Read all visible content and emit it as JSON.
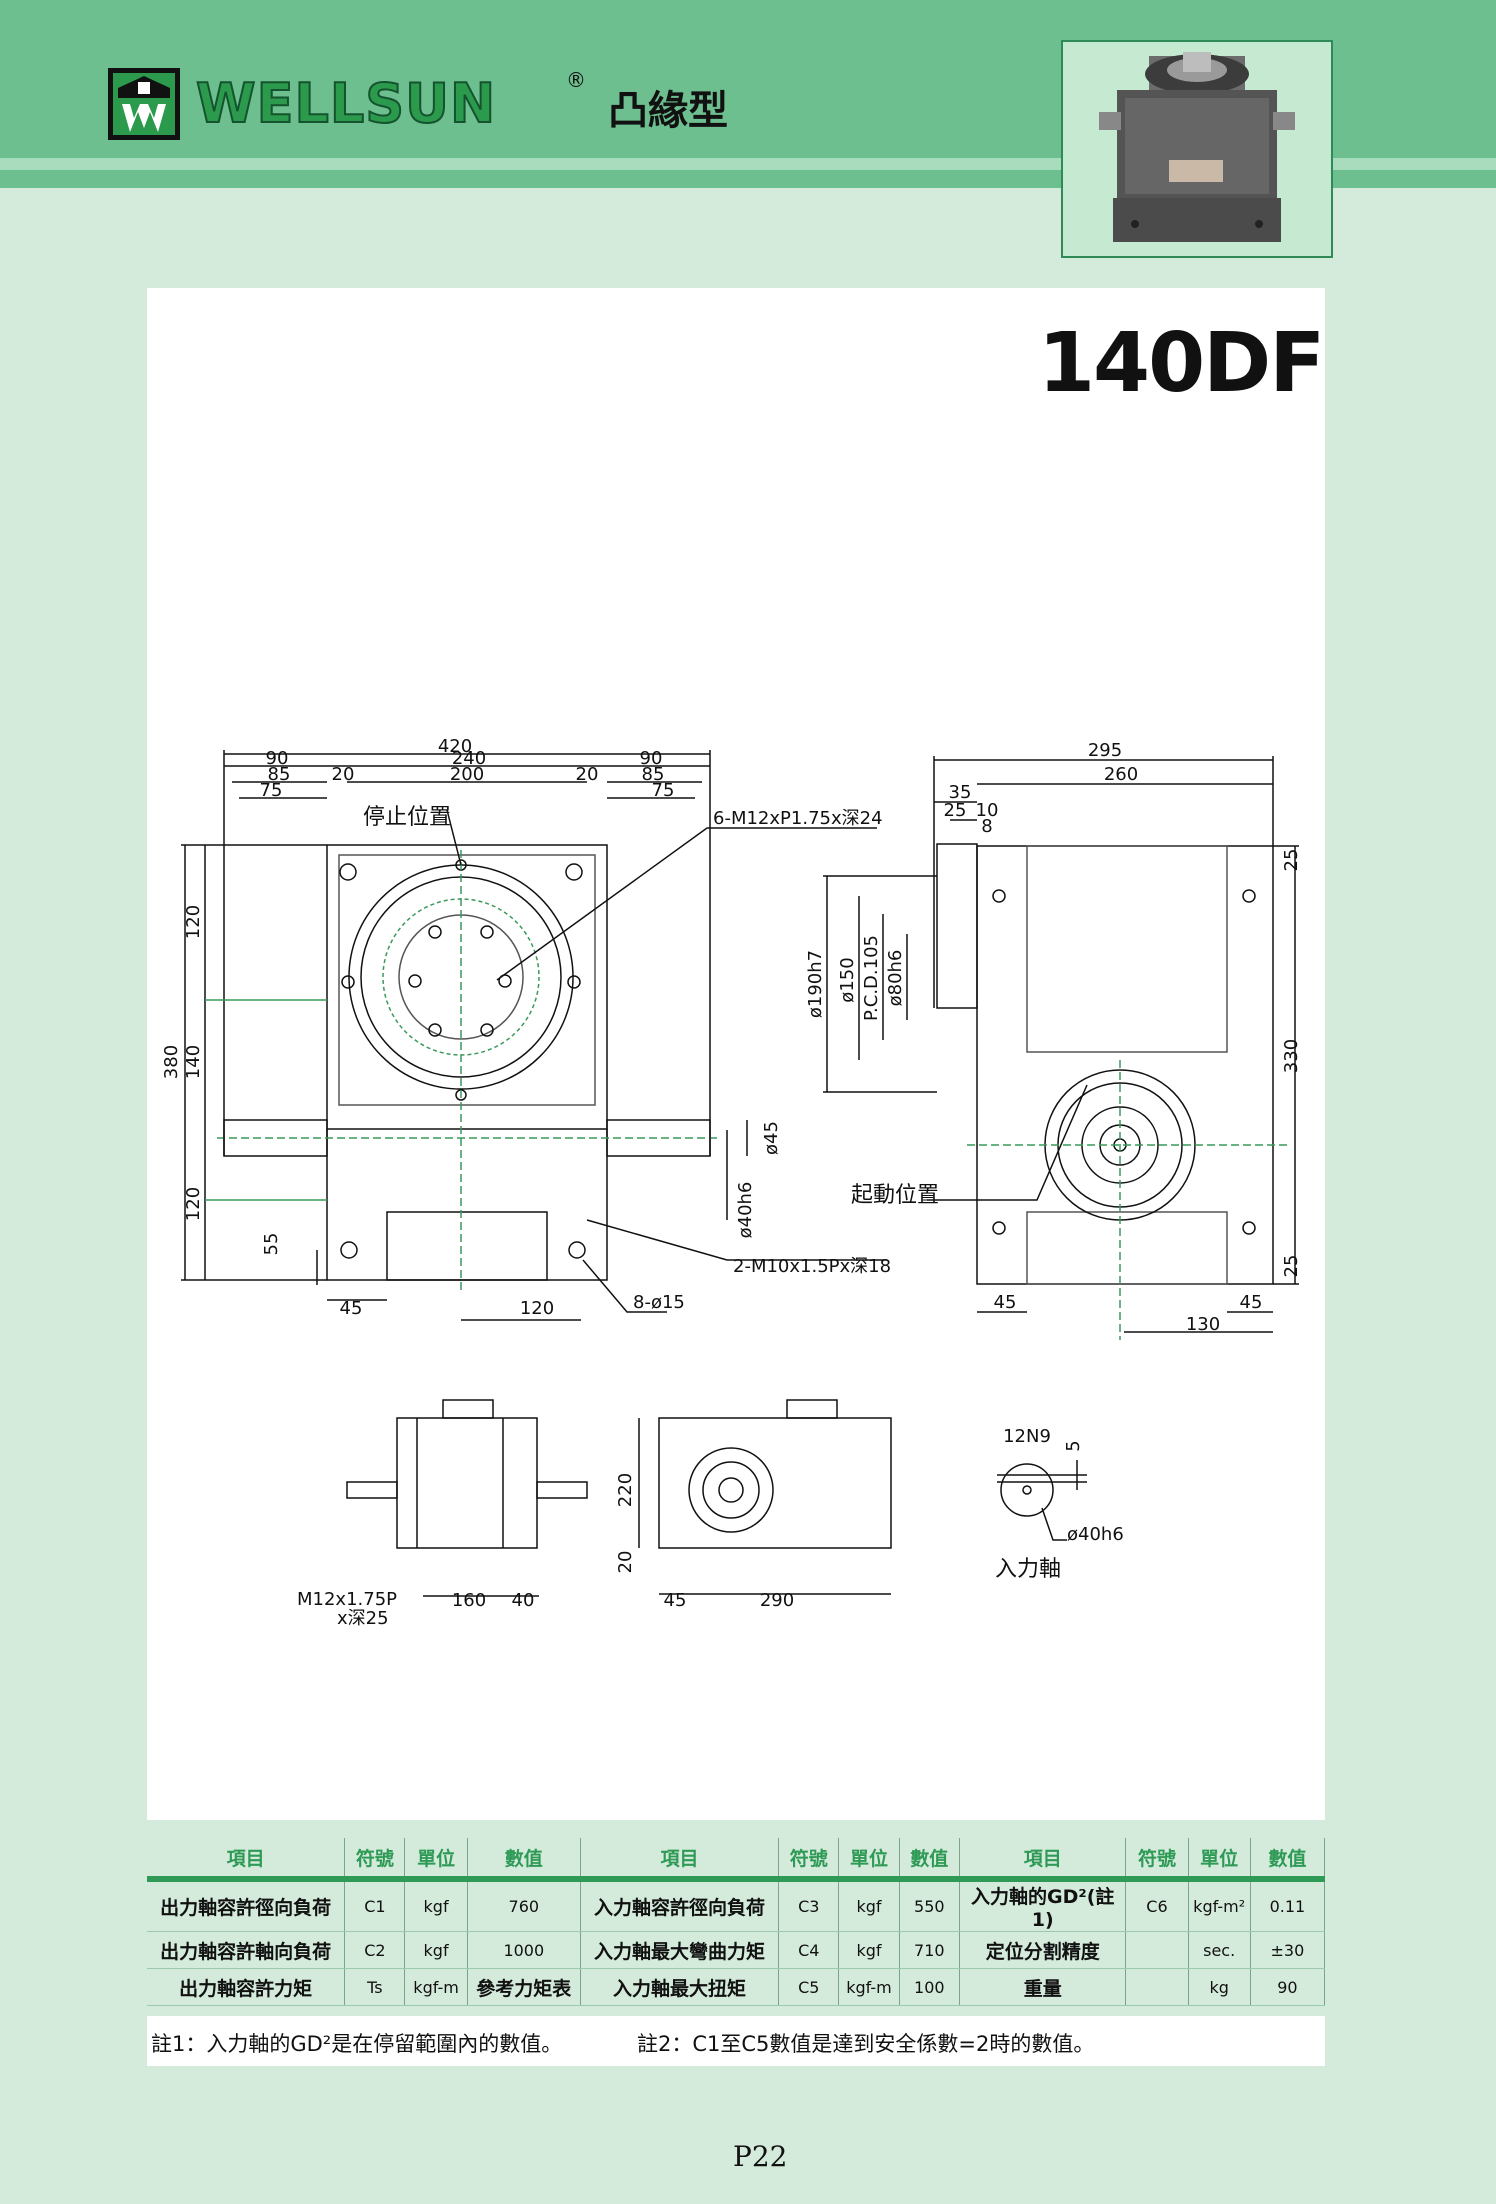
{
  "header": {
    "brand": "WELLSUN",
    "registered": "®",
    "series": "凸緣型"
  },
  "model": "140DF",
  "drawing": {
    "front_view": {
      "overall": "420",
      "dims": [
        "90",
        "240",
        "90",
        "85",
        "20",
        "200",
        "20",
        "85",
        "75",
        "75"
      ],
      "stop_label": "停止位置",
      "tap_top": "6-M12xP1.75x深24",
      "height": "380",
      "h_parts": [
        "120",
        "140",
        "120"
      ],
      "h55": "55",
      "bottom_45": "45",
      "bottom_120": "120",
      "holes": "8-ø15",
      "shaft_45": "ø45",
      "shaft_40": "ø40h6",
      "tap_side": "2-M10x1.5Px深18"
    },
    "side_view": {
      "w295": "295",
      "w260": "260",
      "d35": "35",
      "d25": "25",
      "d10": "10",
      "d8": "8",
      "dia190": "ø190h7",
      "dia150": "ø150",
      "pcd": "P.C.D.105",
      "dia80": "ø80h6",
      "start_label": "起動位置",
      "h330": "330",
      "h25a": "25",
      "h25b": "25",
      "b45a": "45",
      "b45b": "45",
      "b130": "130"
    },
    "small_front": {
      "tap": "M12x1.75P",
      "tap2": "x深25",
      "w160": "160",
      "w40": "40"
    },
    "small_side": {
      "h220": "220",
      "h20": "20",
      "w45": "45",
      "w290": "290"
    },
    "shaft_detail": {
      "key": "12N9",
      "k5": "5",
      "dia": "ø40h6",
      "label": "入力軸"
    }
  },
  "table": {
    "headers": [
      "項目",
      "符號",
      "單位",
      "數值",
      "項目",
      "符號",
      "單位",
      "數值",
      "項目",
      "符號",
      "單位",
      "數值"
    ],
    "rows": [
      [
        "出力軸容許徑向負荷",
        "C1",
        "kgf",
        "760",
        "入力軸容許徑向負荷",
        "C3",
        "kgf",
        "550",
        "入力軸的GD²(註1)",
        "C6",
        "kgf-m²",
        "0.11"
      ],
      [
        "出力軸容許軸向負荷",
        "C2",
        "kgf",
        "1000",
        "入力軸最大彎曲力矩",
        "C4",
        "kgf",
        "710",
        "定位分割精度",
        "",
        "sec.",
        "±30"
      ],
      [
        "出力軸容許力矩",
        "Ts",
        "kgf-m",
        "參考力矩表",
        "入力軸最大扭矩",
        "C5",
        "kgf-m",
        "100",
        "重量",
        "",
        "kg",
        "90"
      ]
    ]
  },
  "notes": {
    "n1": "註1：入力軸的GD²是在停留範圍內的數值。",
    "n2": "註2：C1至C5數值是達到安全係數=2時的數值。"
  },
  "page": "P22"
}
